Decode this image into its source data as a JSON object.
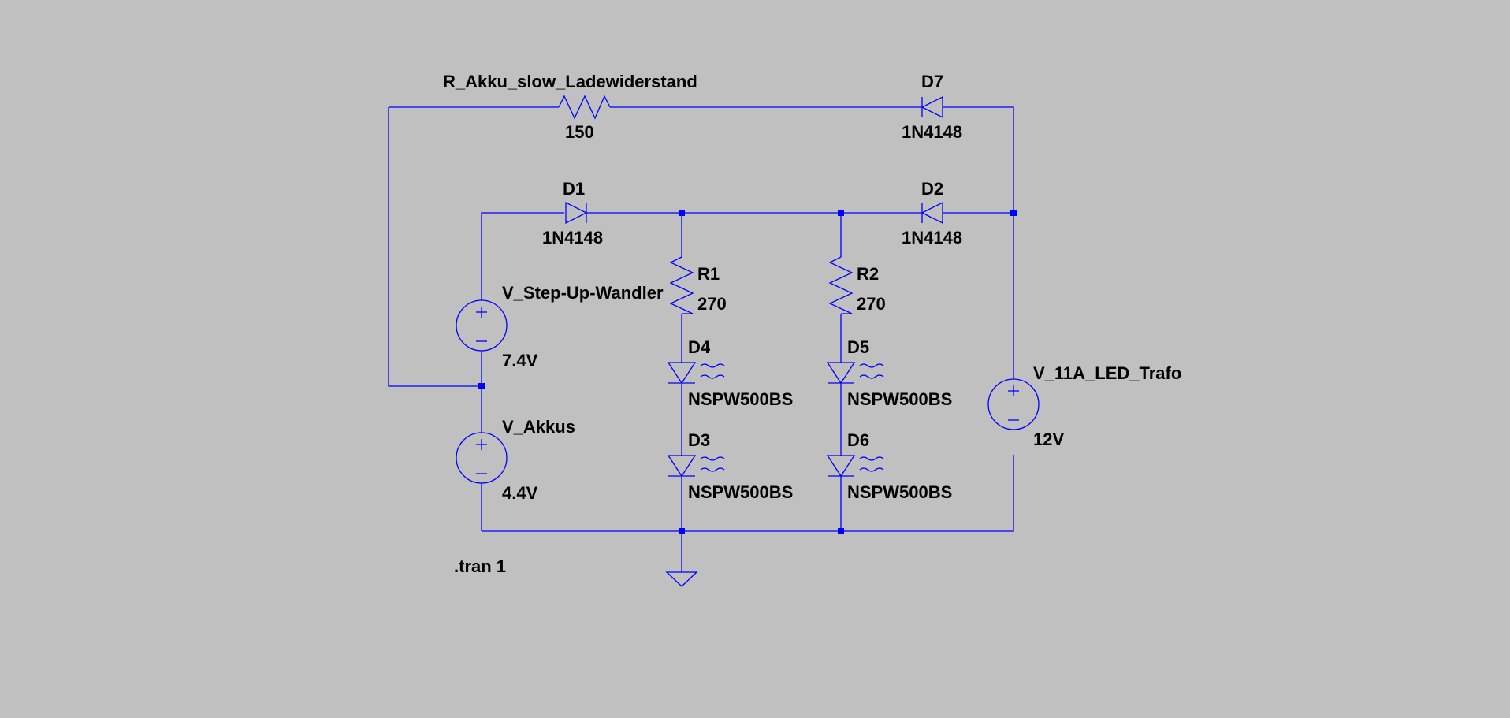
{
  "components": {
    "r_akku": {
      "name": "R_Akku_slow_Ladewiderstand",
      "value": "150"
    },
    "d7": {
      "name": "D7",
      "model": "1N4148"
    },
    "d1": {
      "name": "D1",
      "model": "1N4148"
    },
    "d2": {
      "name": "D2",
      "model": "1N4148"
    },
    "r1": {
      "name": "R1",
      "value": "270"
    },
    "r2": {
      "name": "R2",
      "value": "270"
    },
    "v_step": {
      "name": "V_Step-Up-Wandler",
      "value": "7.4V"
    },
    "v_akkus": {
      "name": "V_Akkus",
      "value": "4.4V"
    },
    "v_trafo": {
      "name": "V_11A_LED_Trafo",
      "value": "12V"
    },
    "d4": {
      "name": "D4",
      "model": "NSPW500BS"
    },
    "d3": {
      "name": "D3",
      "model": "NSPW500BS"
    },
    "d5": {
      "name": "D5",
      "model": "NSPW500BS"
    },
    "d6": {
      "name": "D6",
      "model": "NSPW500BS"
    }
  },
  "directive": ".tran 1",
  "colors": {
    "background": "#c0c0c0",
    "wire": "#0000ff",
    "text": "#000000"
  }
}
